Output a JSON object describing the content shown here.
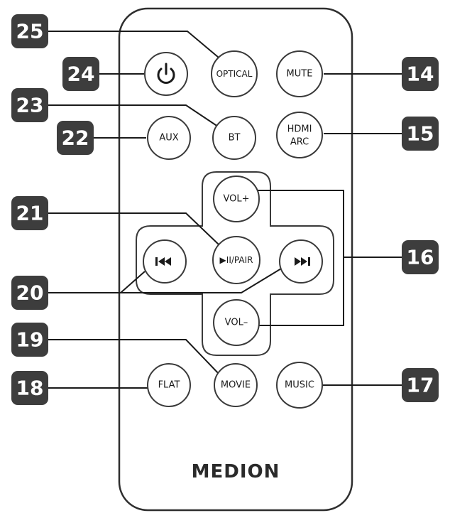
{
  "brand": "MEDION",
  "buttons": {
    "power": "⏻",
    "optical": "OPTICAL",
    "mute": "MUTE",
    "aux": "AUX",
    "bt": "BT",
    "hdmi_line1": "HDMI",
    "hdmi_line2": "ARC",
    "vol_up": "VOL+",
    "play_pair": "▶II/PAIR",
    "prev": "I◀◀",
    "next": "▶▶I",
    "vol_down": "VOL–",
    "flat": "FLAT",
    "movie": "MOVIE",
    "music": "MUSIC"
  },
  "callouts": {
    "c25": "25",
    "c24": "24",
    "c23": "23",
    "c22": "22",
    "c21": "21",
    "c20": "20",
    "c19": "19",
    "c18": "18",
    "c14": "14",
    "c15": "15",
    "c16": "16",
    "c17": "17"
  },
  "colors": {
    "callout_fill": "#3d3d3d",
    "outline": "#3a3a3a"
  }
}
